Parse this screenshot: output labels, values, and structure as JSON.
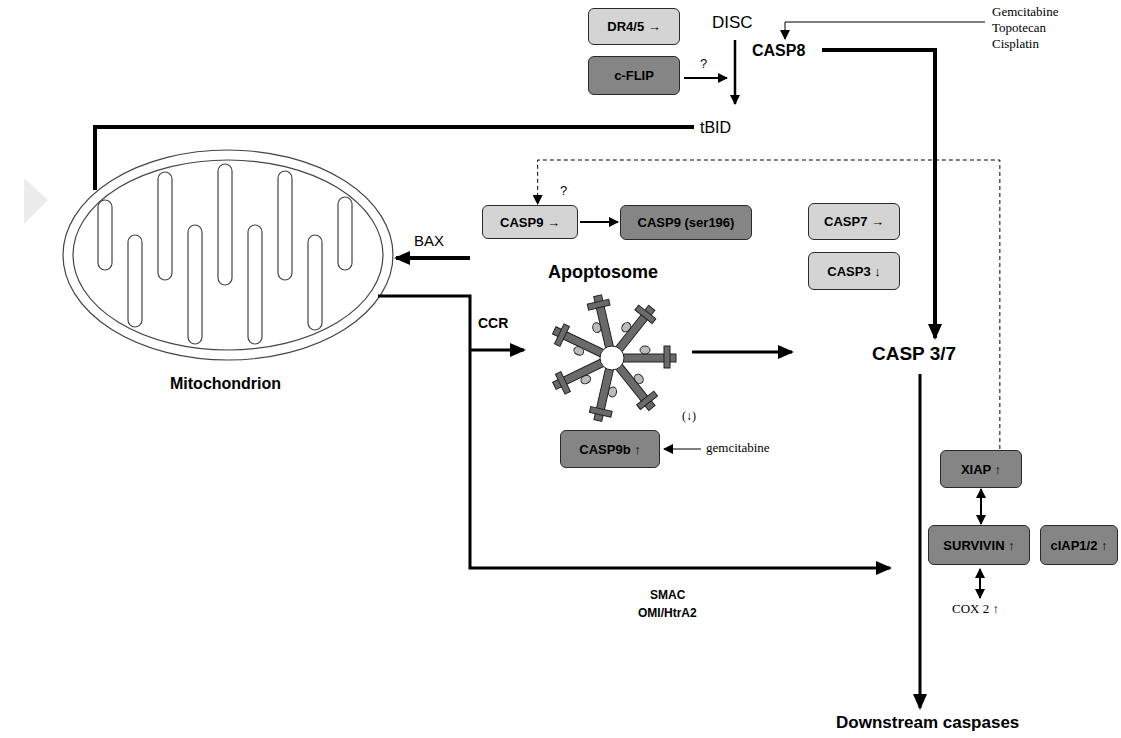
{
  "diagram": {
    "nodes": [
      {
        "text": [
          "DR4/5 →"
        ]
      },
      {
        "text": [
          "c-FLIP"
        ]
      },
      {
        "text": [
          "CASP9 →"
        ]
      },
      {
        "text": [
          "CASP9 (ser196)"
        ]
      },
      {
        "text": [
          "CASP7 →"
        ]
      },
      {
        "text": [
          "CASP3 ↓"
        ]
      },
      {
        "text": [
          "CASP9b ↑"
        ]
      },
      {
        "text": [
          "XIAP ↑"
        ]
      },
      {
        "text": [
          "SURVIVIN ↑"
        ]
      },
      {
        "text": [
          "cIAP1/2 ↑"
        ]
      }
    ],
    "edges": [
      {
        "from": 2,
        "to": 3,
        "arrow": "to"
      },
      {
        "from": 7,
        "to": 2,
        "arrow": "to"
      },
      {
        "from": 7,
        "to": 8,
        "arrow": "both"
      }
    ],
    "labels": [
      "DISC",
      "?",
      "Gemcitabine",
      "Topotecan",
      "Cisplatin",
      "CASP8",
      "tBID",
      "?",
      "BAX",
      "Apoptosome",
      "CCR",
      "CASP 3/7",
      "Mitochondrion",
      "(↓)",
      "gemcitabine",
      "SMAC",
      "OMI/HtrA2",
      "COX 2 ↑",
      "Downstream caspases"
    ]
  }
}
